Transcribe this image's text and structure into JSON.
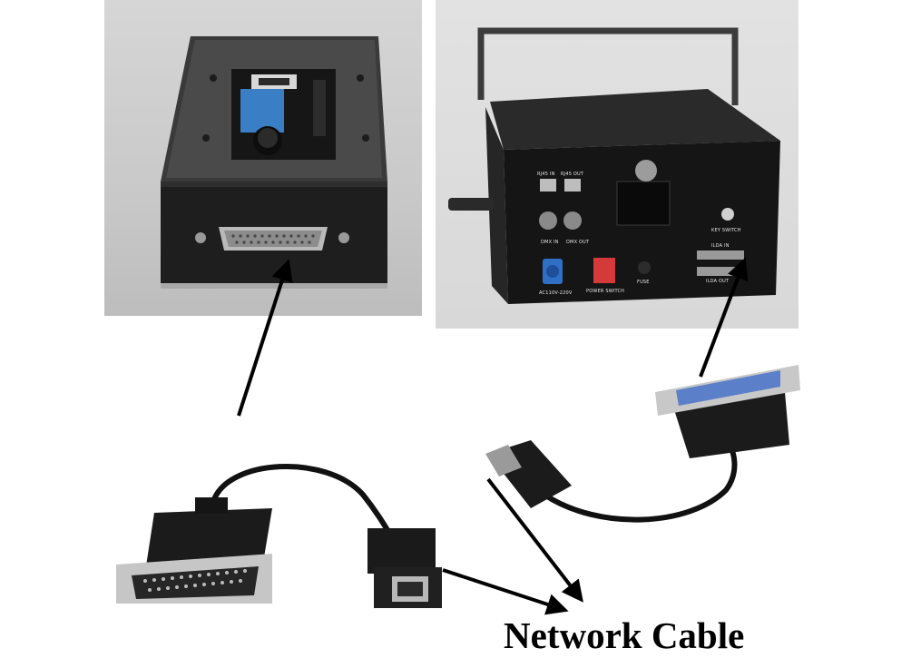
{
  "caption": "Network Cable",
  "panel_labels": {
    "rj45_in": "RJ45 IN",
    "rj45_out": "RJ45 OUT",
    "dmx_in": "DMX IN",
    "dmx_out": "DMX OUT",
    "key_switch": "KEY SWITCH",
    "ilda_in": "ILDA IN",
    "ilda_out": "ILDA OUT",
    "voltage": "AC110V-220V",
    "power_switch": "POWER SWITCH",
    "fuse": "FUSE"
  },
  "colors": {
    "background": "#ffffff",
    "device_body": "#1e1e1e",
    "arrow": "#000000",
    "power_switch": "#d43a3a",
    "power_connector": "#2f6fc4",
    "db25_insert": "#5b7fc9"
  }
}
